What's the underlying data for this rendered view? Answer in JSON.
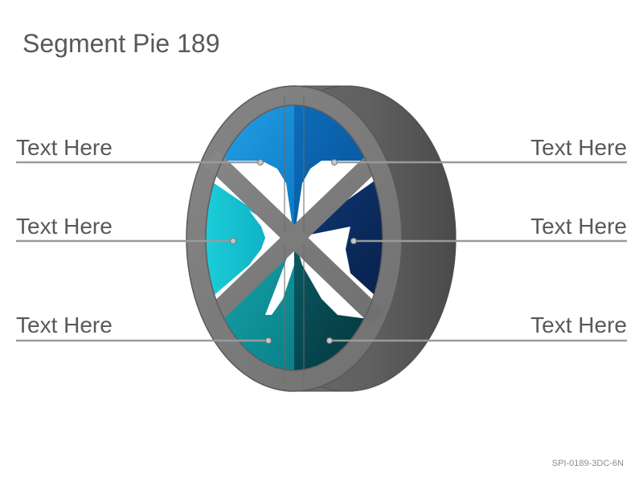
{
  "title": "Segment Pie 189",
  "code": "SPI-0189-3DC-6N",
  "segments": [
    {
      "label": "Text Here",
      "side": "left",
      "color": "#0f8fd6"
    },
    {
      "label": "Text Here",
      "side": "left",
      "color": "#18c0cf"
    },
    {
      "label": "Text Here",
      "side": "left",
      "color": "#12979c"
    },
    {
      "label": "Text Here",
      "side": "right",
      "color": "#0a5ea8"
    },
    {
      "label": "Text Here",
      "side": "right",
      "color": "#0b2f63"
    },
    {
      "label": "Text Here",
      "side": "right",
      "color": "#064850"
    }
  ],
  "colors": {
    "frame": "#7a7a7a",
    "frame_side": "#5f5f5f",
    "leader_line": "#9a9a9a",
    "text": "#595959"
  }
}
